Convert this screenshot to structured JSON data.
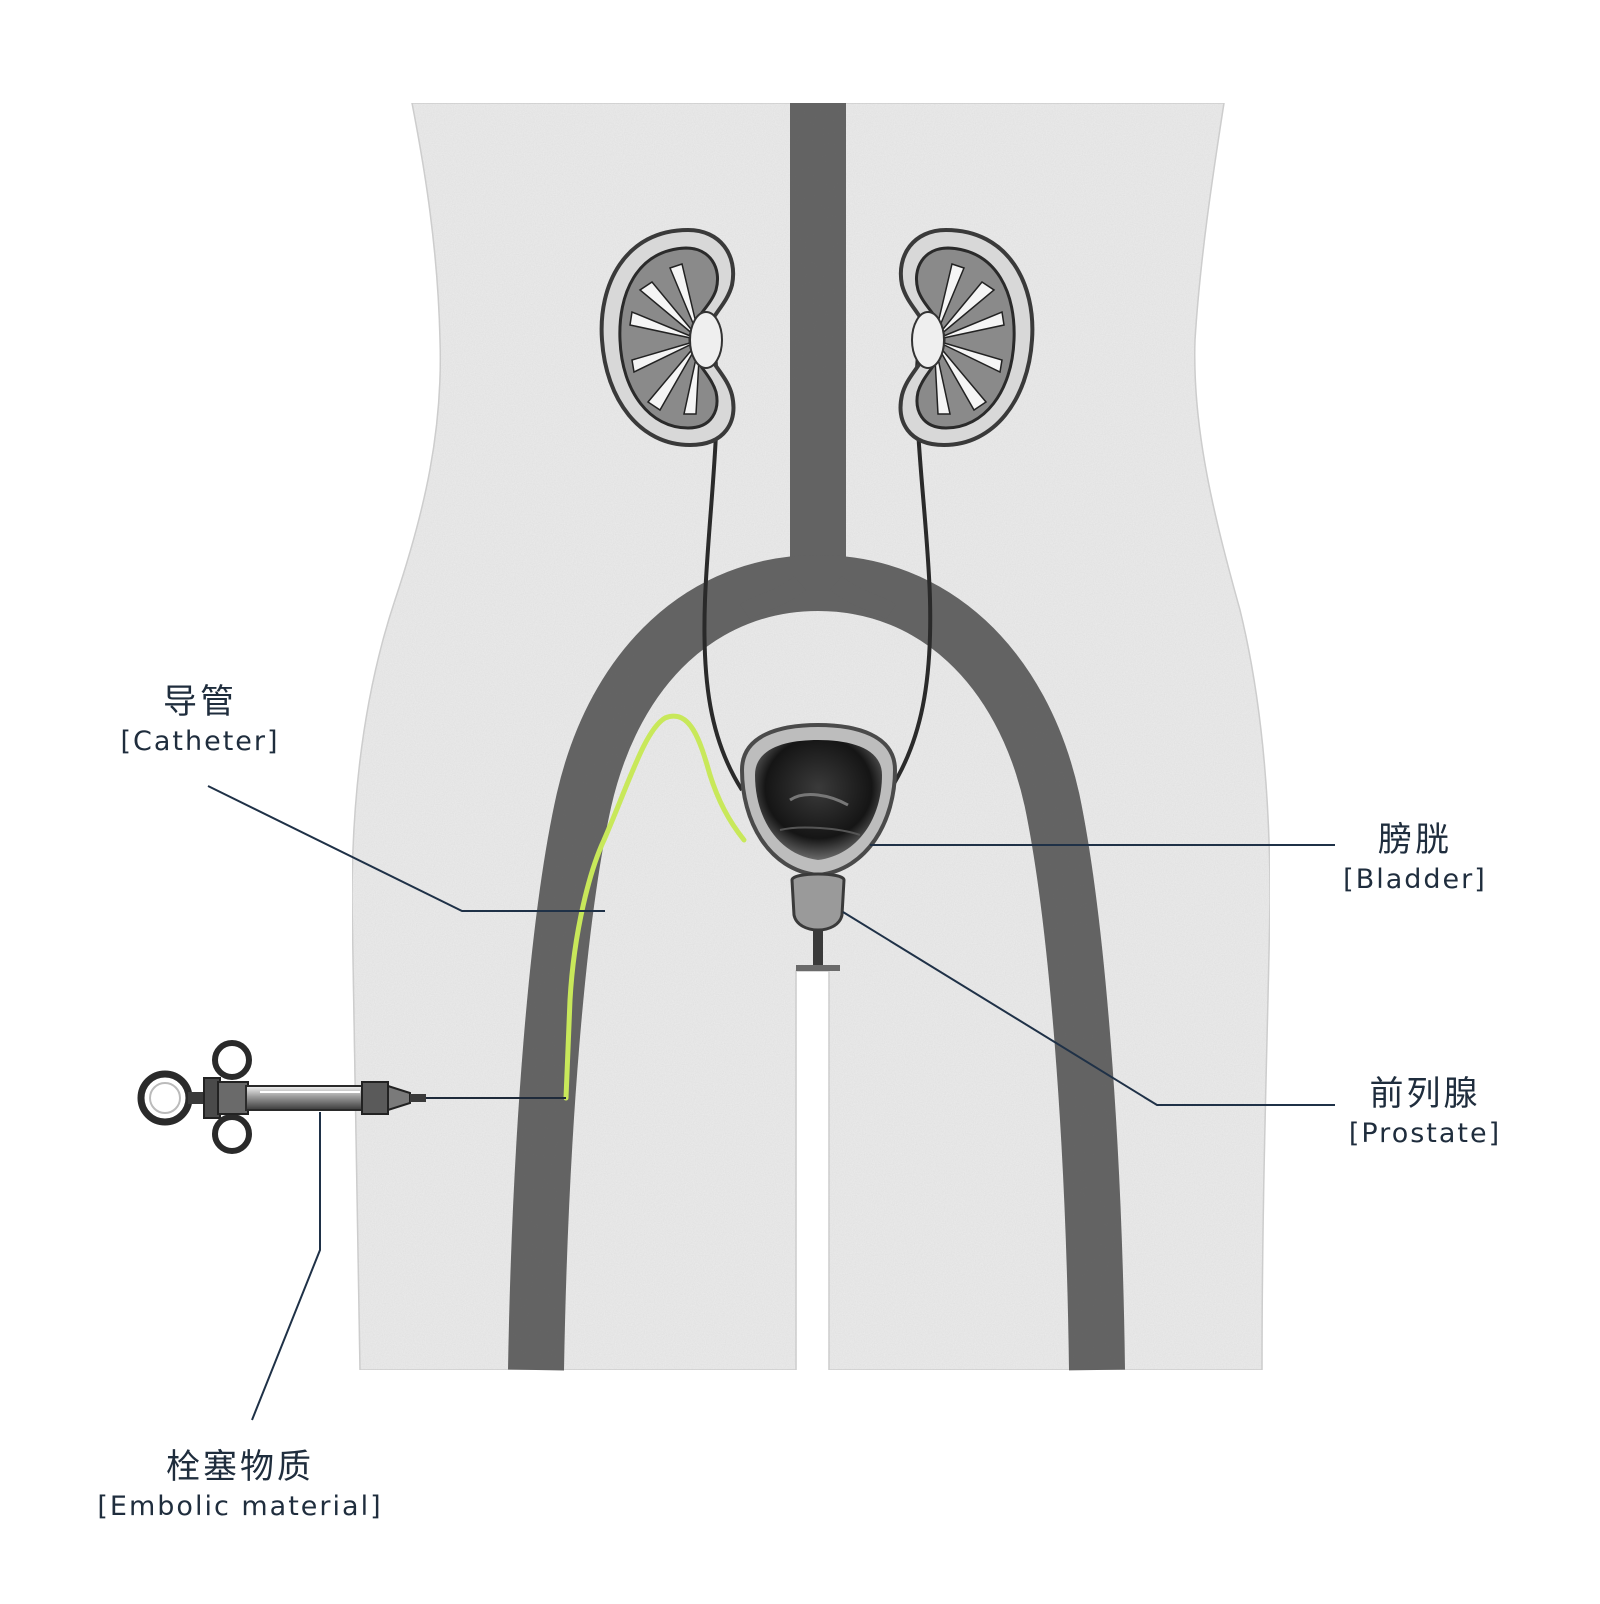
{
  "diagram": {
    "labels": {
      "catheter": {
        "zh": "导管",
        "en": "[Catheter]"
      },
      "bladder": {
        "zh": "膀胱",
        "en": "[Bladder]"
      },
      "prostate": {
        "zh": "前列腺",
        "en": "[Prostate]"
      },
      "embolic": {
        "zh": "栓塞物质",
        "en": "[Embolic material]"
      }
    },
    "icons": [
      "kidney-left-icon",
      "kidney-right-icon",
      "bladder-icon",
      "prostate-icon",
      "syringe-icon"
    ],
    "colors": {
      "body": "#ececec",
      "vessel": "#5e5e5e",
      "catheter": "#c8e85a",
      "leader_line": "#1f3147",
      "text": "#1f2d3d"
    }
  }
}
